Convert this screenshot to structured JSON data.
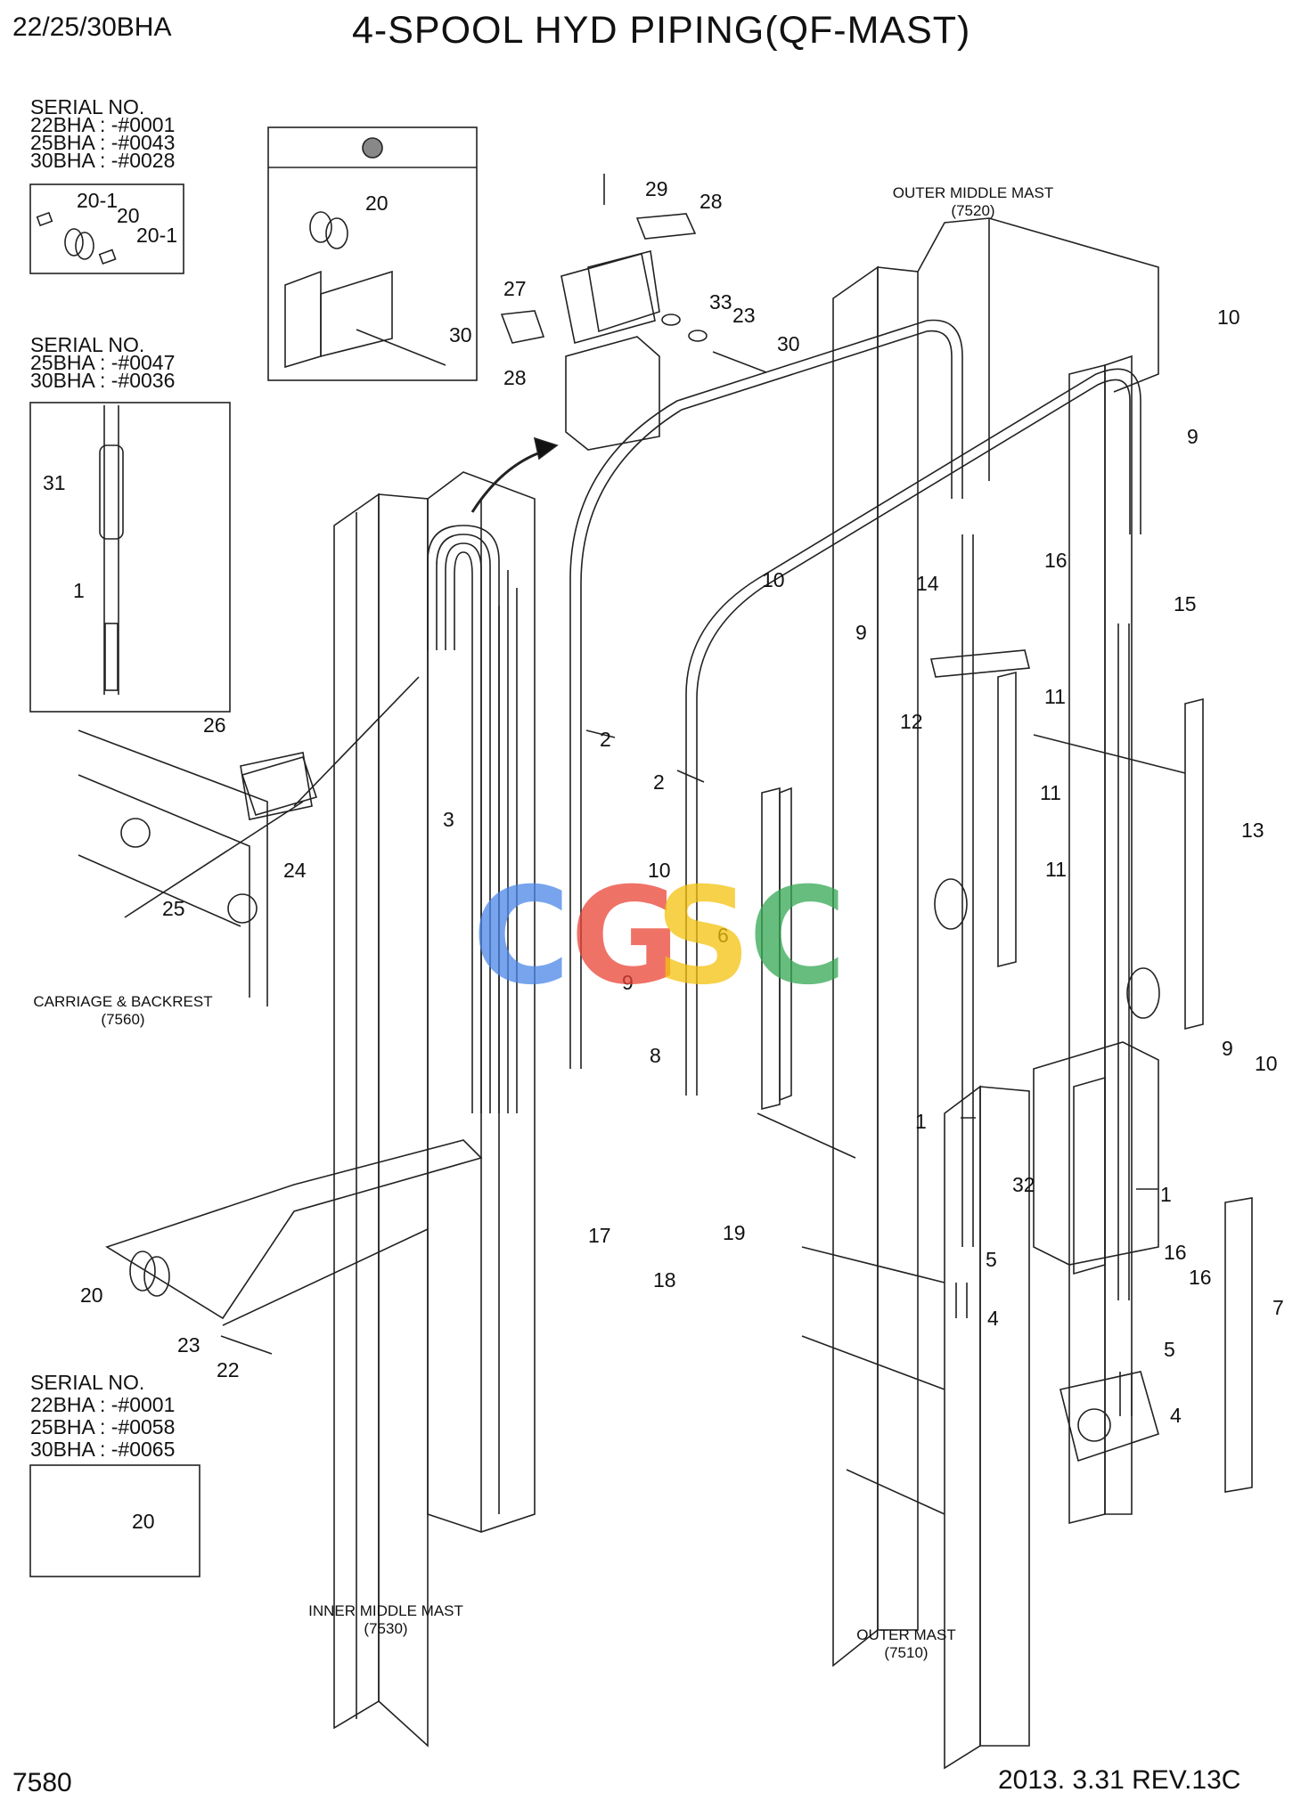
{
  "header": {
    "model": "22/25/30BHA",
    "title": "4-SPOOL HYD PIPING(QF-MAST)"
  },
  "serial_notes": [
    {
      "heading": "SERIAL NO.",
      "lines": [
        "22BHA : -#0001",
        "25BHA : -#0043",
        "30BHA : -#0028"
      ]
    },
    {
      "heading": "SERIAL NO.",
      "lines": [
        "25BHA : -#0047",
        "30BHA : -#0036"
      ]
    },
    {
      "heading": "SERIAL NO.",
      "lines": [
        "22BHA : -#0001",
        "25BHA : -#0058",
        "30BHA : -#0065"
      ]
    }
  ],
  "captions": {
    "outer_middle_mast": [
      "OUTER MIDDLE MAST",
      "(7520)"
    ],
    "carriage": [
      "CARRIAGE & BACKREST",
      "(7560)"
    ],
    "inner_middle_mast": [
      "INNER MIDDLE MAST",
      "(7530)"
    ],
    "outer_mast": [
      "OUTER MAST",
      "(7510)"
    ]
  },
  "callouts": [
    "20-1",
    "20",
    "20-1",
    "20",
    "30",
    "29",
    "28",
    "27",
    "33",
    "23",
    "30",
    "28",
    "10",
    "9",
    "31",
    "1",
    "10",
    "16",
    "14",
    "15",
    "9",
    "12",
    "11",
    "26",
    "2",
    "2",
    "11",
    "13",
    "3",
    "24",
    "25",
    "10",
    "11",
    "9",
    "6",
    "8",
    "9",
    "10",
    "1",
    "32",
    "1",
    "20",
    "17",
    "18",
    "19",
    "5",
    "16",
    "16",
    "4",
    "7",
    "23",
    "22",
    "5",
    "4",
    "20"
  ],
  "watermark": {
    "text": [
      "C",
      "G",
      "S",
      "C"
    ],
    "colors": [
      "#4a86e8",
      "#ea4335",
      "#f4c20d",
      "#34a853"
    ]
  },
  "footer": {
    "page": "7580",
    "revision": "2013. 3.31  REV.13C"
  }
}
